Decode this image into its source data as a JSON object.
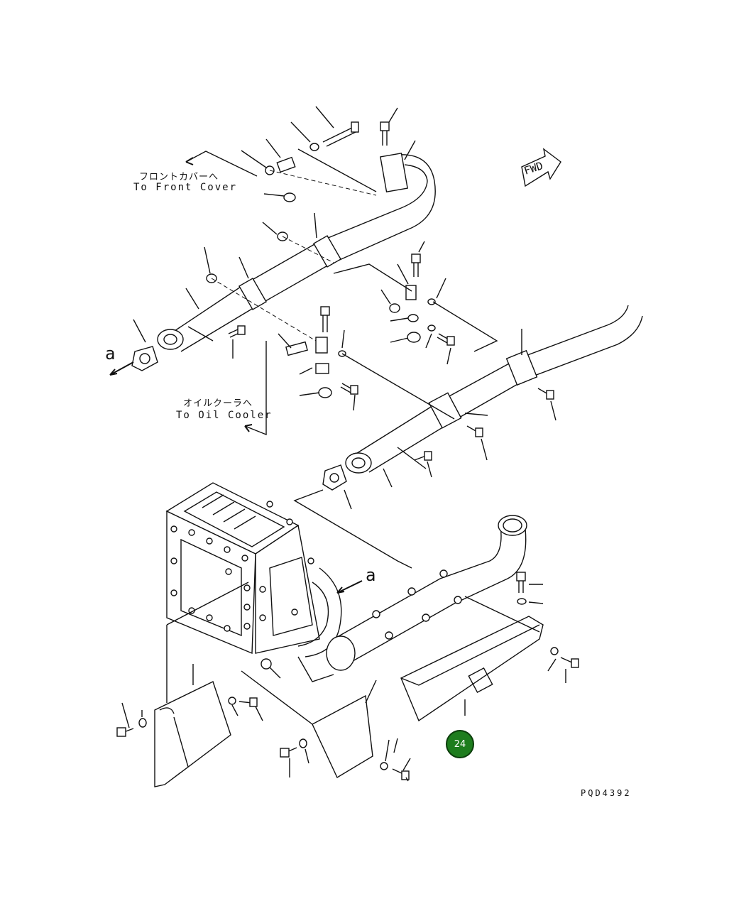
{
  "callouts": {
    "front_cover_jp": "フロントカバーへ",
    "front_cover_en": "To Front Cover",
    "oil_cooler_jp": "オイルクーラへ",
    "oil_cooler_en": "To Oil Cooler",
    "view_a_left": "a",
    "view_a_right": "a"
  },
  "fwd_label": "FWD",
  "part_badge": "24",
  "drawing_code": "PQD4392",
  "colors": {
    "line": "#111111",
    "badge_fill": "#1e7d1e",
    "background": "#ffffff"
  }
}
